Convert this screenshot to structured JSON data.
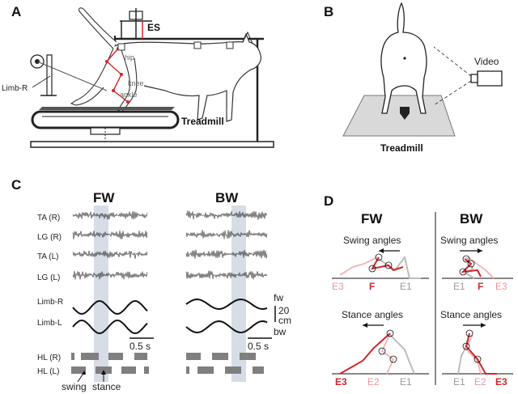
{
  "panels": {
    "A": {
      "letter": "A",
      "es_label": "ES",
      "hip_label": "hip",
      "knee_label": "knee",
      "ankle_label": "ankle",
      "limb_label": "Limb-R",
      "treadmill_label": "Treadmill"
    },
    "B": {
      "letter": "B",
      "video_label": "Video",
      "treadmill_label": "Treadmill"
    },
    "C": {
      "letter": "C",
      "fw_title": "FW",
      "bw_title": "BW",
      "emg_labels": [
        "TA (R)",
        "LG (R)",
        "TA (L)",
        "LG (L)"
      ],
      "limb_r": "Limb-R",
      "limb_l": "Limb-L",
      "fw_tag": "fw",
      "bw_tag": "bw",
      "scale_value": "20",
      "scale_unit": "cm",
      "time_scale": "0.5 s",
      "hl_r": "HL (R)",
      "hl_l": "HL (L)",
      "swing": "swing",
      "stance": "stance"
    },
    "D": {
      "letter": "D",
      "fw_title": "FW",
      "bw_title": "BW",
      "swing_angles": "Swing angles",
      "stance_angles": "Stance angles",
      "fw_swing_labels": [
        "E3",
        "F",
        "E1"
      ],
      "bw_swing_labels": [
        "E1",
        "F",
        "E3"
      ],
      "fw_stance_labels": [
        "E3",
        "E2",
        "E1"
      ],
      "bw_stance_labels": [
        "E1",
        "E2",
        "E3"
      ]
    }
  },
  "colors": {
    "red": "#d0262b",
    "pink": "#e89a9a",
    "gray": "#9a9a9a",
    "band": "#d6dde6",
    "bar": "#7f7f7f"
  }
}
